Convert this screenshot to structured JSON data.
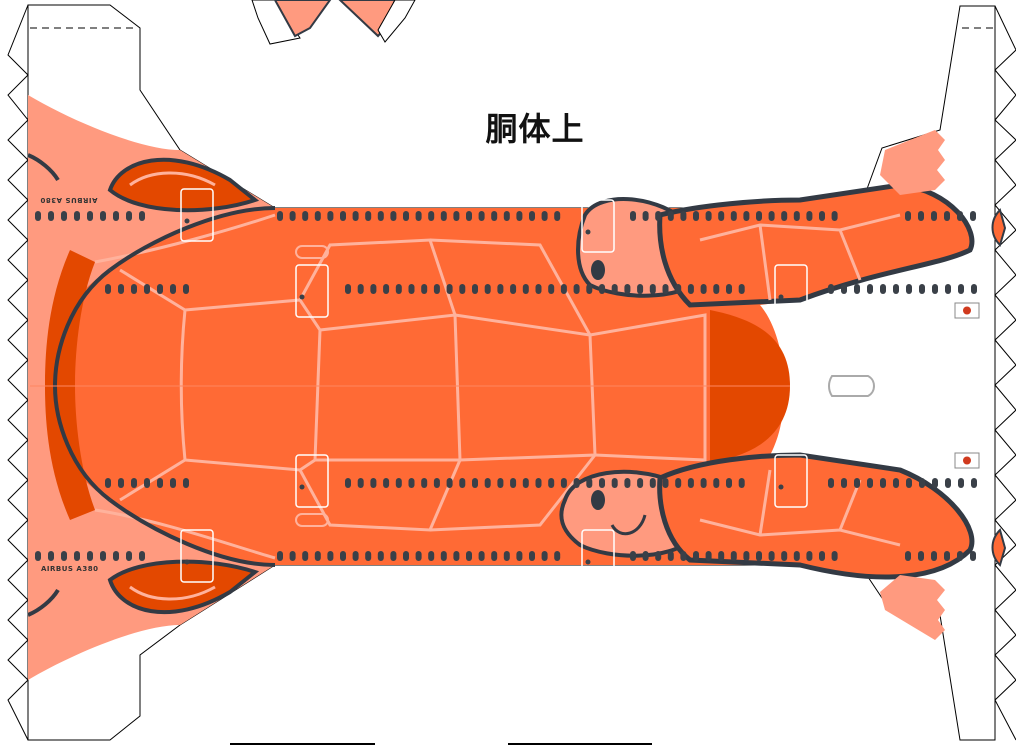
{
  "sheet": {
    "title": "胴体上",
    "label_top": "AIRBUS A380",
    "label_bottom": "AIRBUS A380"
  },
  "colors": {
    "shell": "#ff6a35",
    "shell_dark": "#e34800",
    "skin": "#ff9a7f",
    "outline": "#333a44",
    "seam": "#ffb29c",
    "cut_line": "#000000",
    "fold_line": "#000000",
    "window": "#3a4048",
    "flag_red": "#d03a1e"
  },
  "icons": {
    "window_row": "window-dots-icon",
    "door": "door-outline-icon",
    "flag": "flag-icon",
    "turtle_head": "turtle-head-icon",
    "flipper": "turtle-flipper-icon"
  }
}
